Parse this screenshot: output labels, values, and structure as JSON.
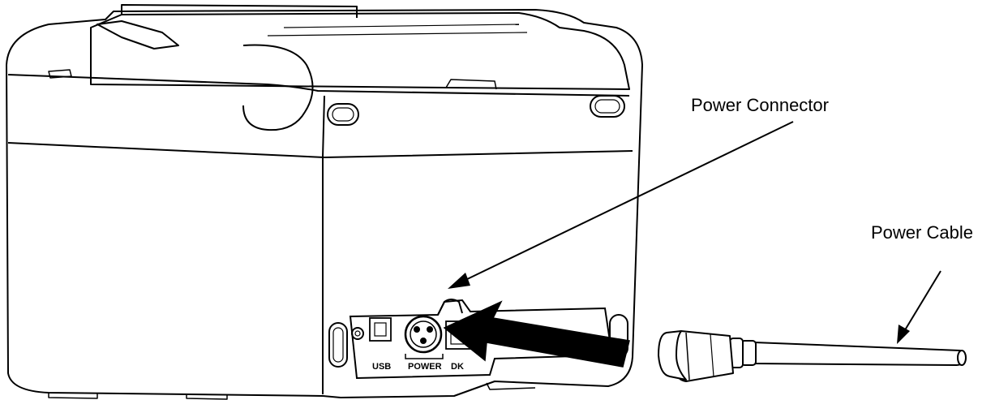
{
  "labels": {
    "power_connector": "Power Connector",
    "power_cable": "Power Cable"
  },
  "ports": {
    "usb": "USB",
    "power": "POWER",
    "dk": "DK"
  },
  "colors": {
    "line": "#000000",
    "background": "#ffffff",
    "arrow": "#000000"
  }
}
